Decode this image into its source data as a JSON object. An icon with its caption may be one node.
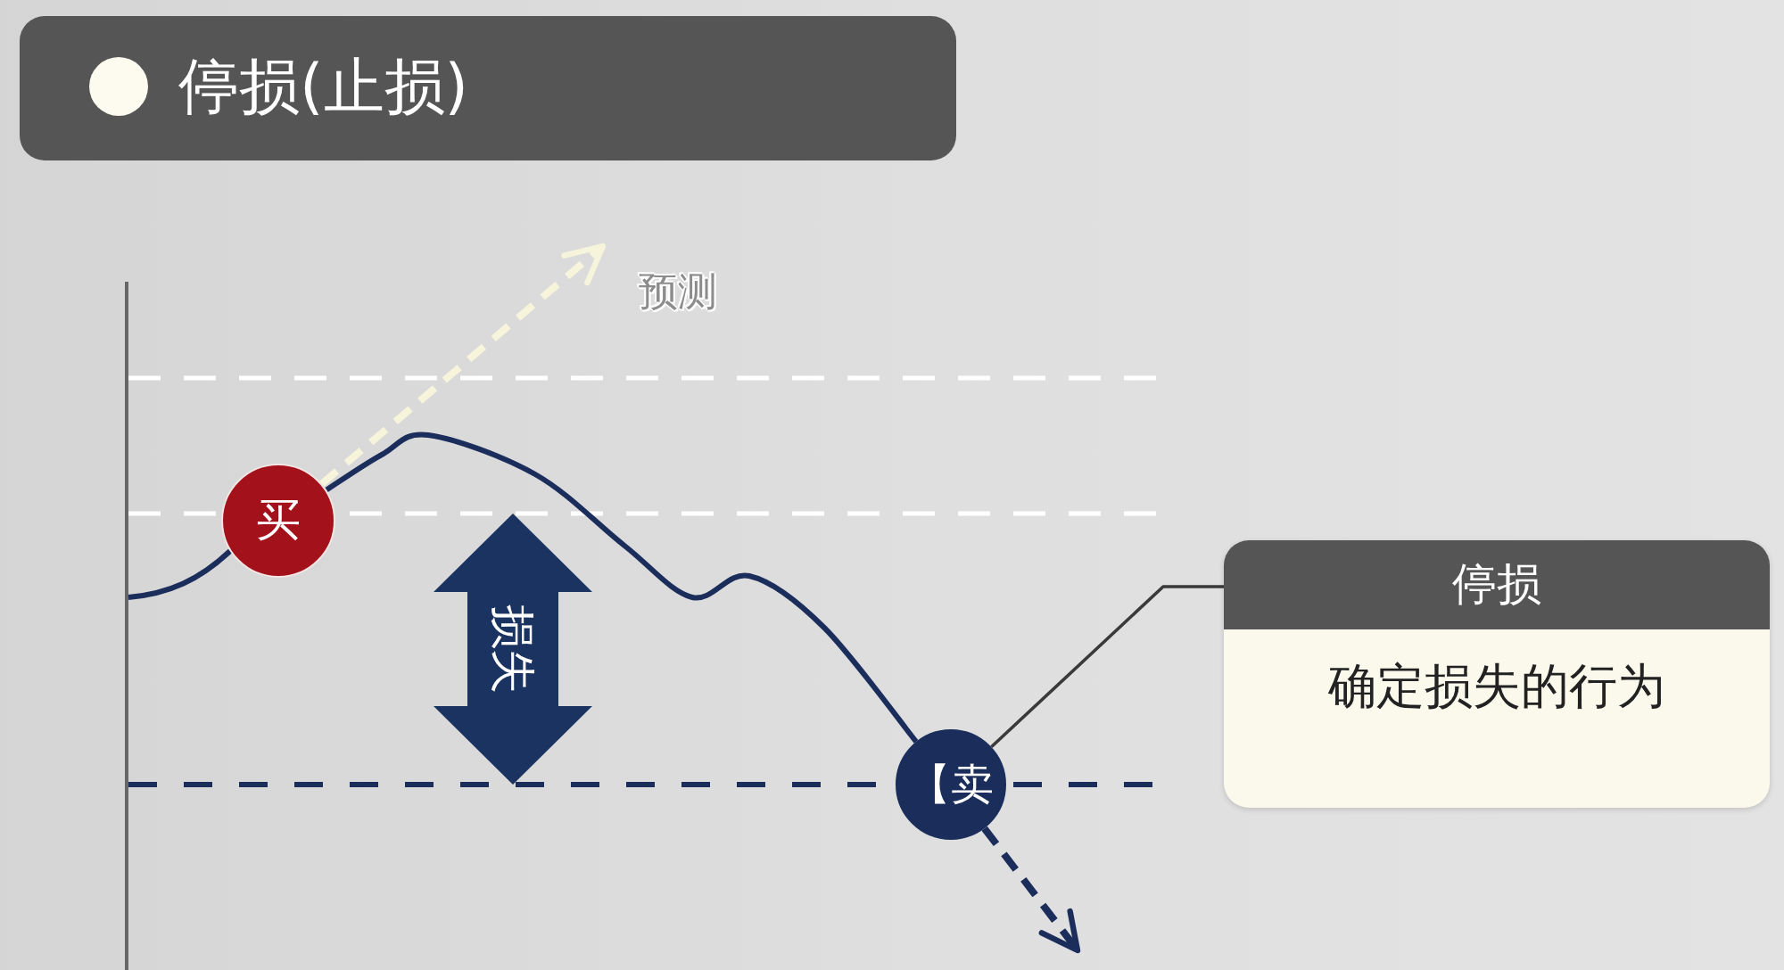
{
  "diagram": {
    "title": "停损(止损)",
    "nodes": [
      {
        "text": [
          "买"
        ]
      },
      {
        "text": [
          "【卖"
        ]
      },
      {
        "text": [
          "停损",
          "确定损失的行为"
        ]
      },
      {
        "text": [
          "损失"
        ]
      }
    ],
    "edges": [
      {
        "from": 0,
        "to": 1,
        "arrow": "none"
      },
      {
        "from": 0,
        "to": null,
        "arrow": "to",
        "style": "dashed",
        "color": "#f7f4dc",
        "label": "预测"
      },
      {
        "from": 1,
        "to": null,
        "arrow": "to",
        "style": "dashed"
      },
      {
        "from": 2,
        "to": 1,
        "arrow": "none",
        "color": "#3a3a3a"
      }
    ]
  }
}
